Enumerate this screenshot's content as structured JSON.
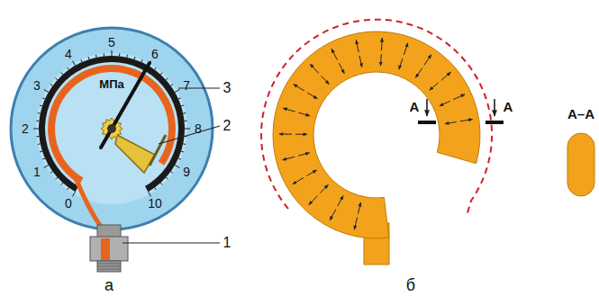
{
  "diagram": {
    "labels": [
      "0",
      "1",
      "2",
      "3",
      "4",
      "5",
      "6",
      "7",
      "8",
      "9",
      "10",
      "МПа",
      "1",
      "2",
      "3",
      "а",
      "б",
      "А",
      "А",
      "А–А"
    ]
  }
}
